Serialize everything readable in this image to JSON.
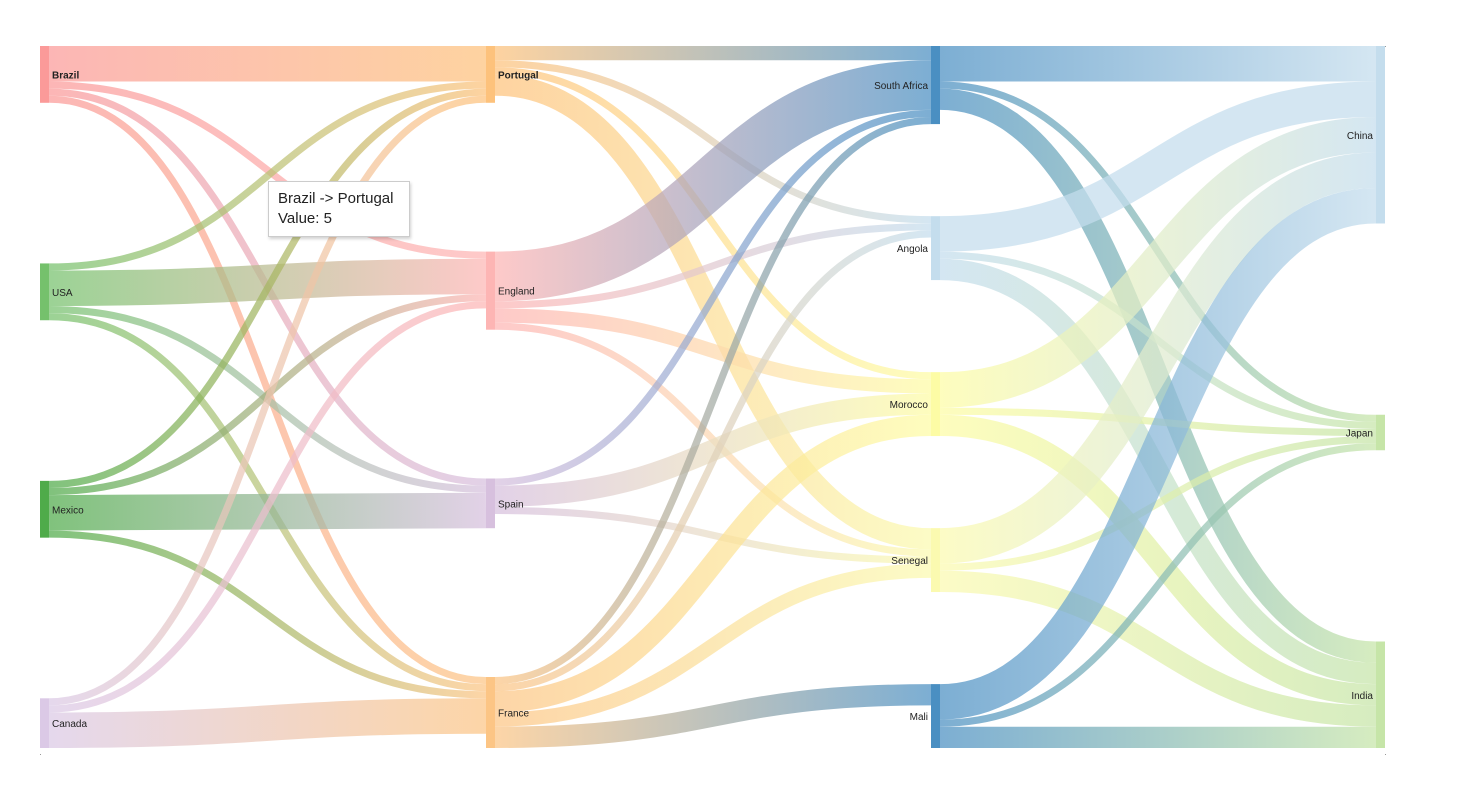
{
  "chart_data": {
    "type": "sankey",
    "title": "",
    "columns": [
      [
        "Brazil",
        "USA",
        "Mexico",
        "Canada"
      ],
      [
        "Portugal",
        "England",
        "Spain",
        "France"
      ],
      [
        "South Africa",
        "Angola",
        "Morocco",
        "Senegal",
        "Mali"
      ],
      [
        "China",
        "Japan",
        "India"
      ]
    ],
    "nodes": [
      {
        "name": "Brazil",
        "color": "#fb9a99"
      },
      {
        "name": "USA",
        "color": "#75c16c"
      },
      {
        "name": "Mexico",
        "color": "#4fab4a"
      },
      {
        "name": "Canada",
        "color": "#dbc9e6"
      },
      {
        "name": "Portugal",
        "color": "#fdc27c"
      },
      {
        "name": "England",
        "color": "#fdb5b4"
      },
      {
        "name": "Spain",
        "color": "#d7c0de"
      },
      {
        "name": "France",
        "color": "#fcc585"
      },
      {
        "name": "South Africa",
        "color": "#4a8fc2"
      },
      {
        "name": "Angola",
        "color": "#c4dded"
      },
      {
        "name": "Morocco",
        "color": "#fdfca5"
      },
      {
        "name": "Senegal",
        "color": "#fbfab0"
      },
      {
        "name": "Mali",
        "color": "#4a8fc2"
      },
      {
        "name": "China",
        "color": "#c4dded"
      },
      {
        "name": "Japan",
        "color": "#c6e5a8"
      },
      {
        "name": "India",
        "color": "#c6e5a8"
      }
    ],
    "links": [
      {
        "source": "Brazil",
        "target": "Portugal",
        "value": 5
      },
      {
        "source": "Brazil",
        "target": "England",
        "value": 1
      },
      {
        "source": "Brazil",
        "target": "Spain",
        "value": 1
      },
      {
        "source": "Brazil",
        "target": "France",
        "value": 1
      },
      {
        "source": "USA",
        "target": "Portugal",
        "value": 1
      },
      {
        "source": "USA",
        "target": "England",
        "value": 5
      },
      {
        "source": "USA",
        "target": "Spain",
        "value": 1
      },
      {
        "source": "USA",
        "target": "France",
        "value": 1
      },
      {
        "source": "Mexico",
        "target": "Portugal",
        "value": 1
      },
      {
        "source": "Mexico",
        "target": "England",
        "value": 1
      },
      {
        "source": "Mexico",
        "target": "Spain",
        "value": 5
      },
      {
        "source": "Mexico",
        "target": "France",
        "value": 1
      },
      {
        "source": "Canada",
        "target": "Portugal",
        "value": 1
      },
      {
        "source": "Canada",
        "target": "England",
        "value": 1
      },
      {
        "source": "Canada",
        "target": "France",
        "value": 5
      },
      {
        "source": "Portugal",
        "target": "South Africa",
        "value": 2
      },
      {
        "source": "Portugal",
        "target": "Angola",
        "value": 1
      },
      {
        "source": "Portugal",
        "target": "Morocco",
        "value": 1
      },
      {
        "source": "Portugal",
        "target": "Senegal",
        "value": 3
      },
      {
        "source": "England",
        "target": "South Africa",
        "value": 7
      },
      {
        "source": "England",
        "target": "Angola",
        "value": 1
      },
      {
        "source": "England",
        "target": "Morocco",
        "value": 2
      },
      {
        "source": "England",
        "target": "Senegal",
        "value": 1
      },
      {
        "source": "Spain",
        "target": "South Africa",
        "value": 1
      },
      {
        "source": "Spain",
        "target": "Morocco",
        "value": 3
      },
      {
        "source": "Spain",
        "target": "Senegal",
        "value": 1
      },
      {
        "source": "France",
        "target": "South Africa",
        "value": 1
      },
      {
        "source": "France",
        "target": "Angola",
        "value": 1
      },
      {
        "source": "France",
        "target": "Morocco",
        "value": 3
      },
      {
        "source": "France",
        "target": "Senegal",
        "value": 2
      },
      {
        "source": "France",
        "target": "Mali",
        "value": 3
      },
      {
        "source": "South Africa",
        "target": "China",
        "value": 5
      },
      {
        "source": "South Africa",
        "target": "Japan",
        "value": 1
      },
      {
        "source": "South Africa",
        "target": "India",
        "value": 3
      },
      {
        "source": "Angola",
        "target": "China",
        "value": 5
      },
      {
        "source": "Angola",
        "target": "Japan",
        "value": 1
      },
      {
        "source": "Angola",
        "target": "India",
        "value": 3
      },
      {
        "source": "Morocco",
        "target": "China",
        "value": 5
      },
      {
        "source": "Morocco",
        "target": "Japan",
        "value": 1
      },
      {
        "source": "Morocco",
        "target": "India",
        "value": 3
      },
      {
        "source": "Senegal",
        "target": "China",
        "value": 5
      },
      {
        "source": "Senegal",
        "target": "Japan",
        "value": 1
      },
      {
        "source": "Senegal",
        "target": "India",
        "value": 3
      },
      {
        "source": "Mali",
        "target": "China",
        "value": 5
      },
      {
        "source": "Mali",
        "target": "Japan",
        "value": 1
      },
      {
        "source": "Mali",
        "target": "India",
        "value": 3
      }
    ]
  },
  "tooltip": {
    "title": "Brazil -> Portugal",
    "value_line": "Value: 5"
  }
}
